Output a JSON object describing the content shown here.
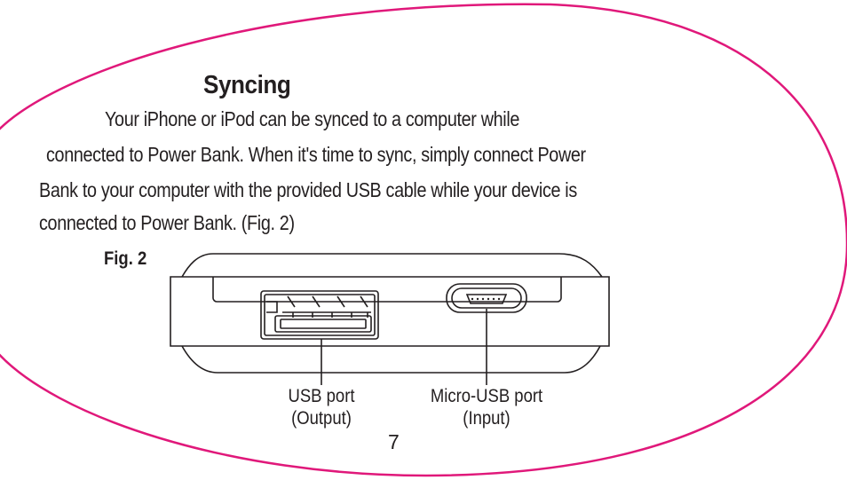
{
  "section": {
    "heading": "Syncing",
    "paragraph_lines": [
      "Your iPhone or iPod can be synced to a computer while",
      "connected to Power Bank. When it's time to sync, simply connect Power",
      "Bank to your computer with the provided USB cable while your device is",
      "connected to Power Bank. (Fig. 2)"
    ]
  },
  "figure": {
    "label": "Fig. 2",
    "usb_port": {
      "line1": "USB port",
      "line2": "(Output)"
    },
    "micro_usb_port": {
      "line1": "Micro-USB port",
      "line2": "(Input)"
    }
  },
  "page_number": "7",
  "colors": {
    "frame": "#e0187a",
    "text": "#231f20"
  }
}
